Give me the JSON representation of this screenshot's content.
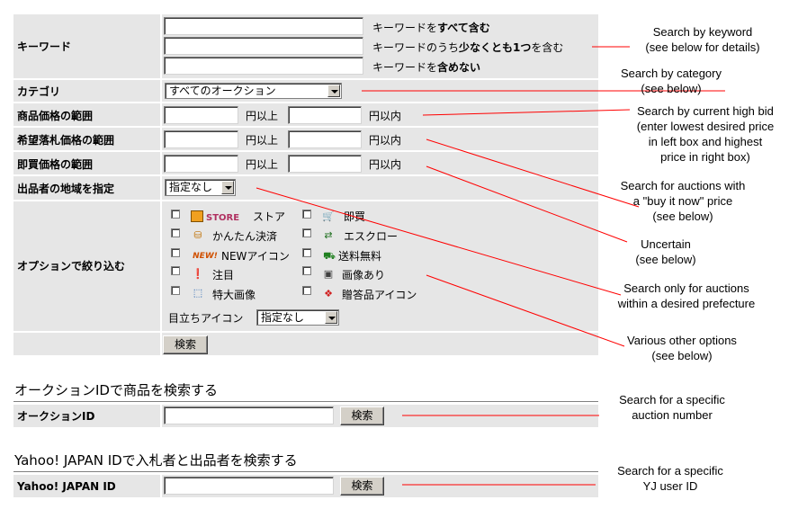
{
  "search_form": {
    "keyword": {
      "label": "キーワード",
      "all_label_pre": "キーワードを",
      "all_label_bold": "すべて含む",
      "any_label_pre": "キーワードのうち",
      "any_label_bold": "少なくとも1つ",
      "any_label_post": "を含む",
      "none_label_pre": "キーワードを",
      "none_label_bold": "含めない"
    },
    "category": {
      "label": "カテゴリ",
      "selected": "すべてのオークション"
    },
    "current_price": {
      "label": "商品価格の範囲",
      "min_unit": "円以上",
      "max_unit": "円以内"
    },
    "desired_price": {
      "label": "希望落札価格の範囲",
      "min_unit": "円以上",
      "max_unit": "円以内"
    },
    "buy_now_price": {
      "label": "即買価格の範囲",
      "min_unit": "円以上",
      "max_unit": "円以内"
    },
    "region": {
      "label": "出品者の地域を指定",
      "selected": "指定なし"
    },
    "options": {
      "label": "オプションで絞り込む",
      "items": [
        {
          "label": "ストア",
          "icon": "store-icon",
          "icon_text": "STORE"
        },
        {
          "label": "即買",
          "icon": "cart-icon"
        },
        {
          "label": "かんたん決済",
          "icon": "easy-pay-icon"
        },
        {
          "label": "エスクロー",
          "icon": "escrow-icon"
        },
        {
          "label": "NEWアイコン",
          "icon": "new-icon",
          "icon_text": "NEW!"
        },
        {
          "label": "送料無料",
          "icon": "free-shipping-icon"
        },
        {
          "label": "注目",
          "icon": "featured-icon"
        },
        {
          "label": "画像あり",
          "icon": "camera-icon"
        },
        {
          "label": "特大画像",
          "icon": "large-image-icon"
        },
        {
          "label": "贈答品アイコン",
          "icon": "gift-icon"
        }
      ],
      "highlight_label": "目立ちアイコン",
      "highlight_selected": "指定なし"
    },
    "submit_label": "検索"
  },
  "auction_id_search": {
    "title": "オークションIDで商品を検索する",
    "label": "オークションID",
    "submit_label": "検索"
  },
  "user_id_search": {
    "title": "Yahoo! JAPAN IDで入札者と出品者を検索する",
    "label": "Yahoo! JAPAN ID",
    "submit_label": "検索"
  },
  "annotations": {
    "keyword": [
      "Search by keyword",
      "(see below for details)"
    ],
    "category": [
      "Search by category",
      "(see below)"
    ],
    "current_bid": [
      "Search by current high bid",
      "(enter lowest desired price",
      "in left box and highest",
      "price in right box)"
    ],
    "buy_now": [
      "Search for auctions with",
      "a \"buy it now\" price",
      "(see below)"
    ],
    "uncertain": [
      "Uncertain",
      "(see below)"
    ],
    "prefecture": [
      "Search only for auctions",
      "within a desired prefecture"
    ],
    "options": [
      "Various other options",
      "(see below)"
    ],
    "auction_number": [
      "Search for a specific",
      "auction number"
    ],
    "user_id": [
      "Search for a specific",
      "YJ user ID"
    ]
  },
  "colors": {
    "cell_bg": "#e6e6e6",
    "line": "#ff0000",
    "button_face": "#d4d0c8"
  }
}
